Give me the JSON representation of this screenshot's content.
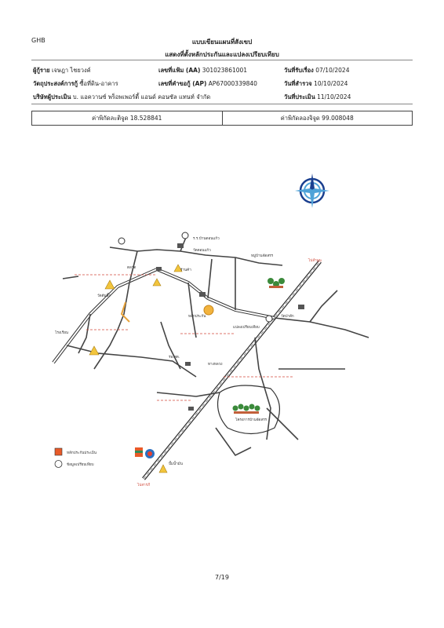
{
  "header": {
    "org_code": "GHB",
    "title_line1": "แบบเขียนแผนที่สังเขป",
    "title_line2": "แสดงที่ตั้งหลักประกันและแปลงเปรียบเทียบ"
  },
  "info": {
    "borrower_label": "ผู้กู้ราย",
    "borrower_value": "เจษฎา ไชยวงค์",
    "file_no_label": "เลขที่แฟ้ม (AA)",
    "file_no_value": "301023861001",
    "received_label": "วันที่รับเรื่อง",
    "received_value": "07/10/2024",
    "purpose_label": "วัตถุประสงค์การกู้",
    "purpose_value": "ซื้อที่ดิน-อาคาร",
    "request_no_label": "เลขที่คำขอกู้ (AP)",
    "request_no_value": "AP67000339840",
    "survey_label": "วันที่สำรวจ",
    "survey_value": "10/10/2024",
    "appraiser_label": "บริษัทผู้ประเมิน",
    "appraiser_value": "บ. แอควานซ์ พร็อพเพอร์ตี้ แอนด์ คอนซัล แทนท์ จำกัด",
    "appraisal_date_label": "วันที่ประเมิน",
    "appraisal_date_value": "11/10/2024"
  },
  "coordinates": {
    "lat_label": "ค่าพิกัดละติจูด",
    "lat_value": "18.528841",
    "lon_label": "ค่าพิกัดลองจิจูด",
    "lon_value": "99.008048"
  },
  "map": {
    "labels": {
      "school_north": "ร.ร.บ้านดอนแก้ว",
      "temple_north": "วัดดอนแก้ว",
      "market": "ตลาด",
      "village_right": "หมู่บ้านจัดสรร",
      "temple_right": "วัดป่าสัก",
      "store": "ร้านค้า",
      "subject": "หลักประกัน",
      "comparable": "แปลงเปรียบเทียบ",
      "health_center": "รพ.สต.",
      "main_road": "ทางหลวง",
      "to_north": "ไปลำพูน",
      "to_south": "ไปสารภี",
      "housing_estate": "โครงการบ้านจัดสรร",
      "gas_station": "ปั๊มน้ำมัน",
      "left_temple": "วัดต้นผึ้ง",
      "left_school": "โรงเรียน"
    },
    "legend": {
      "subject_label": "หลักประกันประเมิน",
      "comparable_label": "ข้อมูลเปรียบเทียบ"
    }
  },
  "footer": {
    "page_number": "7/19"
  }
}
